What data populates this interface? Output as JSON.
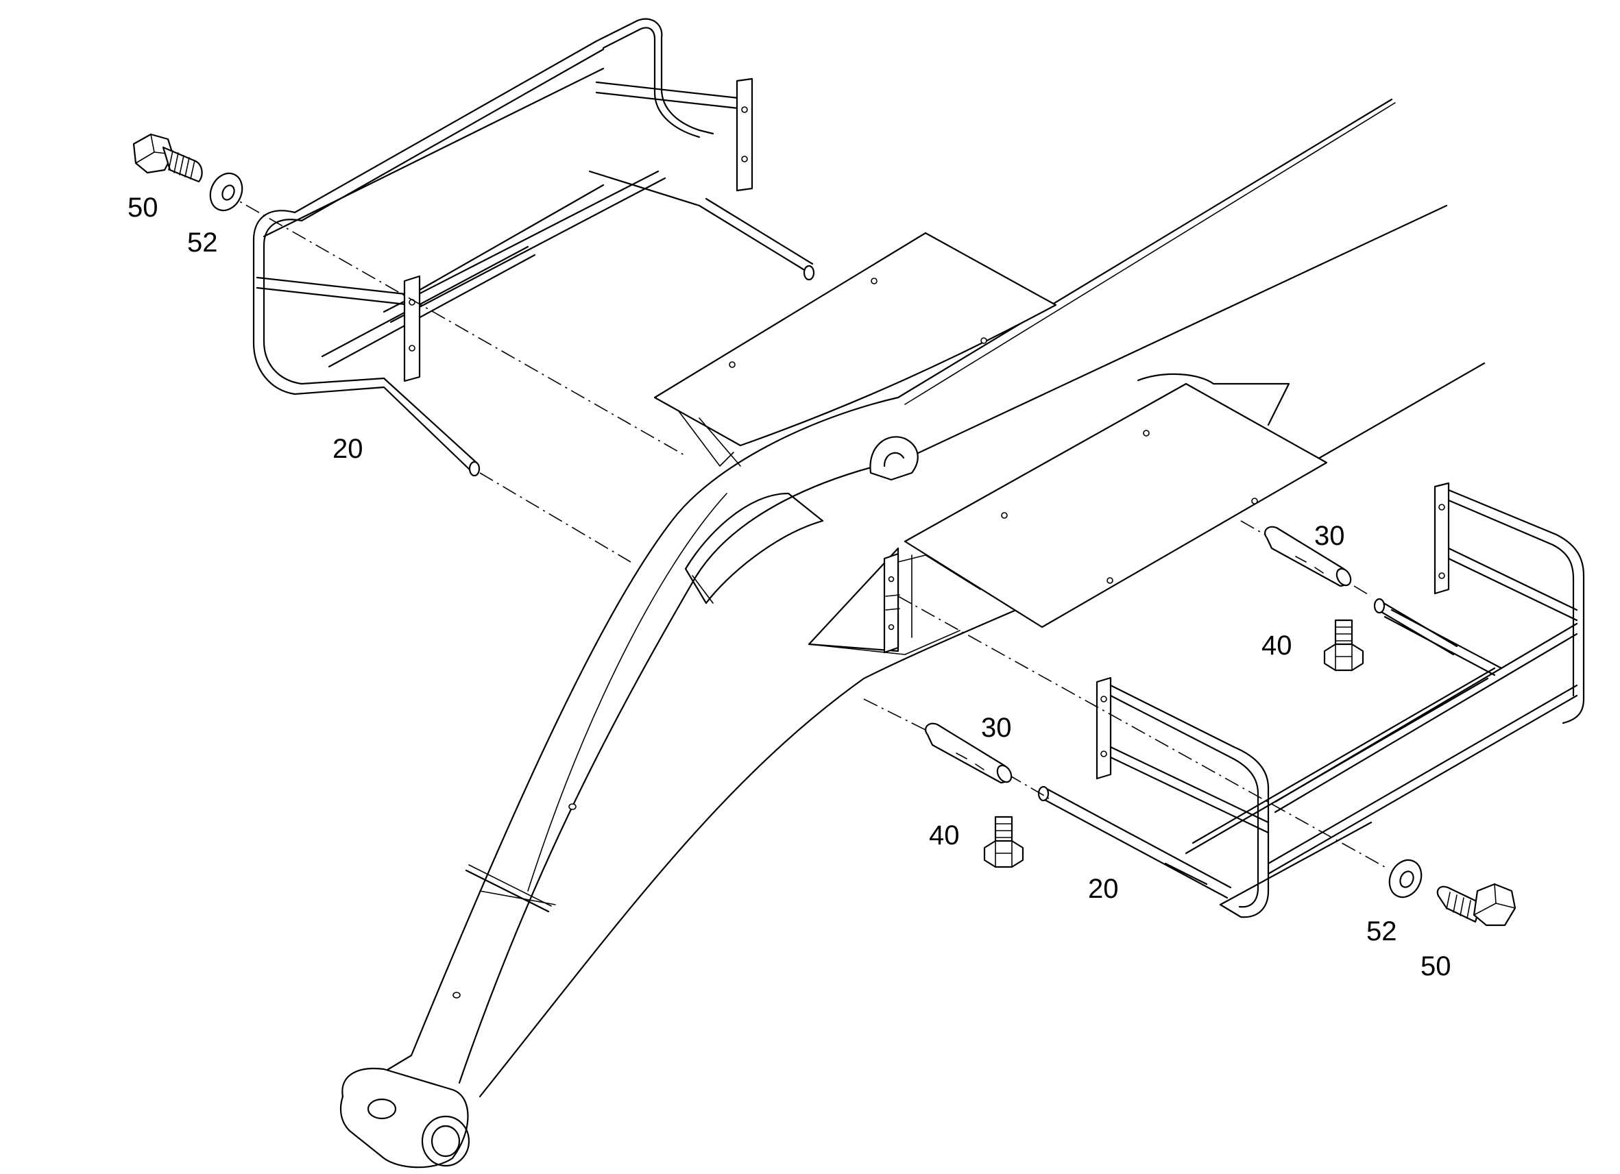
{
  "callouts": {
    "bolt_left": "50",
    "washer_left": "52",
    "rod_left": "20",
    "pin_right": "30",
    "screw_right": "40",
    "pin_center": "30",
    "screw_center": "40",
    "rod_right": "20",
    "washer_right": "52",
    "bolt_right": "50"
  },
  "colors": {
    "line": "#000000",
    "background": "#ffffff"
  }
}
